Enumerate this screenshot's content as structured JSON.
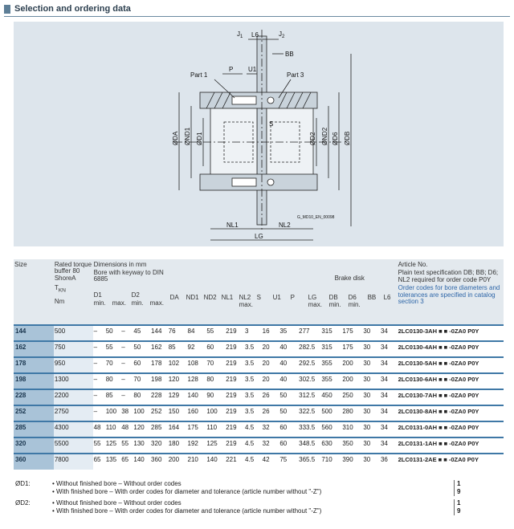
{
  "section_title": "Selection and ordering data",
  "drawing": {
    "labels": {
      "j1": "J",
      "j1_sub": "1",
      "j2": "J",
      "j2_sub": "2",
      "l6": "L6",
      "bb": "BB",
      "part1": "Part 1",
      "part3": "Part 3",
      "p": "P",
      "u1": "U1",
      "s": "S",
      "da": "ØDA",
      "nd1": "ØND1",
      "d1": "ØD1",
      "d2": "ØD2",
      "nd2": "ØND2",
      "d6": "ØD6",
      "db": "ØDB",
      "nl1": "NL1",
      "nl2": "NL2",
      "lg": "LG",
      "drawing_id": "G_MD10_EN_00098"
    }
  },
  "table": {
    "headers": {
      "size": "Size",
      "rated_torque": "Rated torque buffer 80 ShoreA",
      "tkn_base": "T",
      "tkn_sub": "KN",
      "tkn_unit": "Nm",
      "dims": "Dimensions in mm",
      "bore": "Bore with keyway to DIN 6885",
      "brake": "Brake disk",
      "article": "Article No.",
      "article_note": "Plain text specification DB; BB; D6; NL2 required for order code P0Y",
      "article_note2": "Order codes for bore diameters and tolerances are specified in catalog section 3",
      "d1": "D1",
      "d2": "D2",
      "min": "min.",
      "max": "max.",
      "cols": [
        "DA",
        "ND1",
        "ND2",
        "NL1",
        "NL2",
        "S",
        "U1",
        "P",
        "LG",
        "DB",
        "D6",
        "BB",
        "L6"
      ],
      "nl2_sub": "max.",
      "lg_sub": "max.",
      "db_sub": "min.",
      "d6_sub": "min."
    },
    "rows": [
      {
        "size": "144",
        "tkn": "500",
        "d1min": "–",
        "d1max": "50",
        "d2min": "–",
        "d2max": "45",
        "da": "144",
        "nd1": "76",
        "nd2": "84",
        "nl1": "55",
        "nl2": "219",
        "s": "3",
        "u1": "16",
        "p": "35",
        "lg": "277",
        "db": "315",
        "d6": "175",
        "bb": "30",
        "l6": "34",
        "art": "2LC0130-3AH ■ ■ -0ZA0 P0Y"
      },
      {
        "size": "162",
        "tkn": "750",
        "d1min": "–",
        "d1max": "55",
        "d2min": "–",
        "d2max": "50",
        "da": "162",
        "nd1": "85",
        "nd2": "92",
        "nl1": "60",
        "nl2": "219",
        "s": "3.5",
        "u1": "20",
        "p": "40",
        "lg": "282.5",
        "db": "315",
        "d6": "175",
        "bb": "30",
        "l6": "34",
        "art": "2LC0130-4AH ■ ■ -0ZA0 P0Y"
      },
      {
        "size": "178",
        "tkn": "950",
        "d1min": "–",
        "d1max": "70",
        "d2min": "–",
        "d2max": "60",
        "da": "178",
        "nd1": "102",
        "nd2": "108",
        "nl1": "70",
        "nl2": "219",
        "s": "3.5",
        "u1": "20",
        "p": "40",
        "lg": "292.5",
        "db": "355",
        "d6": "200",
        "bb": "30",
        "l6": "34",
        "art": "2LC0130-5AH ■ ■ -0ZA0 P0Y"
      },
      {
        "size": "198",
        "tkn": "1300",
        "d1min": "–",
        "d1max": "80",
        "d2min": "–",
        "d2max": "70",
        "da": "198",
        "nd1": "120",
        "nd2": "128",
        "nl1": "80",
        "nl2": "219",
        "s": "3.5",
        "u1": "20",
        "p": "40",
        "lg": "302.5",
        "db": "355",
        "d6": "200",
        "bb": "30",
        "l6": "34",
        "art": "2LC0130-6AH ■ ■ -0ZA0 P0Y"
      },
      {
        "size": "228",
        "tkn": "2200",
        "d1min": "–",
        "d1max": "85",
        "d2min": "–",
        "d2max": "80",
        "da": "228",
        "nd1": "129",
        "nd2": "140",
        "nl1": "90",
        "nl2": "219",
        "s": "3.5",
        "u1": "26",
        "p": "50",
        "lg": "312.5",
        "db": "450",
        "d6": "250",
        "bb": "30",
        "l6": "34",
        "art": "2LC0130-7AH ■ ■ -0ZA0 P0Y"
      },
      {
        "size": "252",
        "tkn": "2750",
        "d1min": "–",
        "d1max": "100",
        "d2min": "38",
        "d2max": "100",
        "da": "252",
        "nd1": "150",
        "nd2": "160",
        "nl1": "100",
        "nl2": "219",
        "s": "3.5",
        "u1": "26",
        "p": "50",
        "lg": "322.5",
        "db": "500",
        "d6": "280",
        "bb": "30",
        "l6": "34",
        "art": "2LC0130-8AH ■ ■ -0ZA0 P0Y"
      },
      {
        "size": "285",
        "tkn": "4300",
        "d1min": "48",
        "d1max": "110",
        "d2min": "48",
        "d2max": "120",
        "da": "285",
        "nd1": "164",
        "nd2": "175",
        "nl1": "110",
        "nl2": "219",
        "s": "4.5",
        "u1": "32",
        "p": "60",
        "lg": "333.5",
        "db": "560",
        "d6": "310",
        "bb": "30",
        "l6": "34",
        "art": "2LC0131-0AH ■ ■ -0ZA0 P0Y"
      },
      {
        "size": "320",
        "tkn": "5500",
        "d1min": "55",
        "d1max": "125",
        "d2min": "55",
        "d2max": "130",
        "da": "320",
        "nd1": "180",
        "nd2": "192",
        "nl1": "125",
        "nl2": "219",
        "s": "4.5",
        "u1": "32",
        "p": "60",
        "lg": "348.5",
        "db": "630",
        "d6": "350",
        "bb": "30",
        "l6": "34",
        "art": "2LC0131-1AH ■ ■ -0ZA0 P0Y"
      },
      {
        "size": "360",
        "tkn": "7800",
        "d1min": "65",
        "d1max": "135",
        "d2min": "65",
        "d2max": "140",
        "da": "360",
        "nd1": "200",
        "nd2": "210",
        "nl1": "140",
        "nl2": "221",
        "s": "4.5",
        "u1": "42",
        "p": "75",
        "lg": "365.5",
        "db": "710",
        "d6": "390",
        "bb": "30",
        "l6": "36",
        "art": "2LC0131-2AE ■ ■ -0ZA0 P0Y"
      }
    ]
  },
  "notes": [
    {
      "label": "ØD1:",
      "lines": [
        {
          "text": "• Without finished bore – Without order codes",
          "code": "1"
        },
        {
          "text": "• With finished bore – With order codes for diameter and tolerance (article number without \"-Z\")",
          "code": "9"
        }
      ]
    },
    {
      "label": "ØD2:",
      "lines": [
        {
          "text": "• Without finished bore – Without order codes",
          "code": "1"
        },
        {
          "text": "• With finished bore – With order codes for diameter and tolerance (article number without \"-Z\")",
          "code": "9"
        }
      ]
    }
  ]
}
